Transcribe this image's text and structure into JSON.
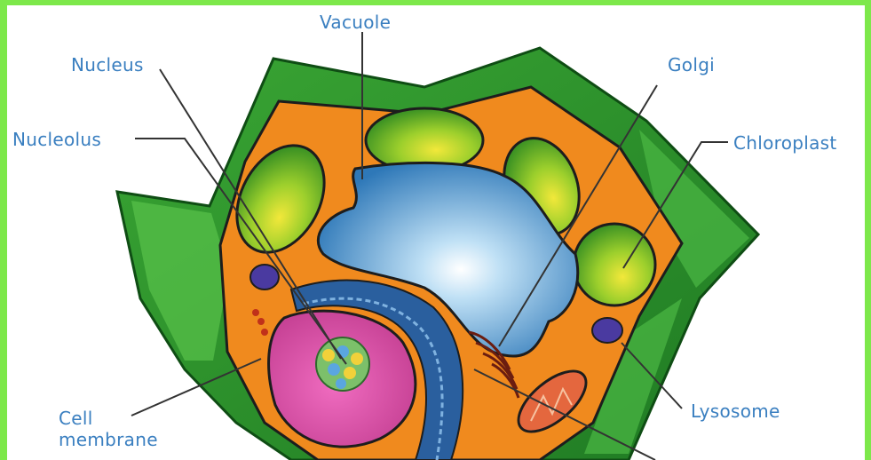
{
  "labels": {
    "vacuole": "Vacuole",
    "nucleus": "Nucleus",
    "nucleolus": "Nucleolus",
    "golgi": "Golgi",
    "chloroplast": "Chloroplast",
    "cell_membrane_line1": "Cell",
    "cell_membrane_line2": "membrane",
    "lysosome": "Lysosome"
  },
  "colors": {
    "border": "#7de84a",
    "cell_wall": "#2f9a2c",
    "cytoplasm": "#f08a1e",
    "vacuole": "#3d86c6",
    "nucleus": "#d94fa6",
    "label_text": "#3a7fc0",
    "leader_line": "#333333"
  }
}
